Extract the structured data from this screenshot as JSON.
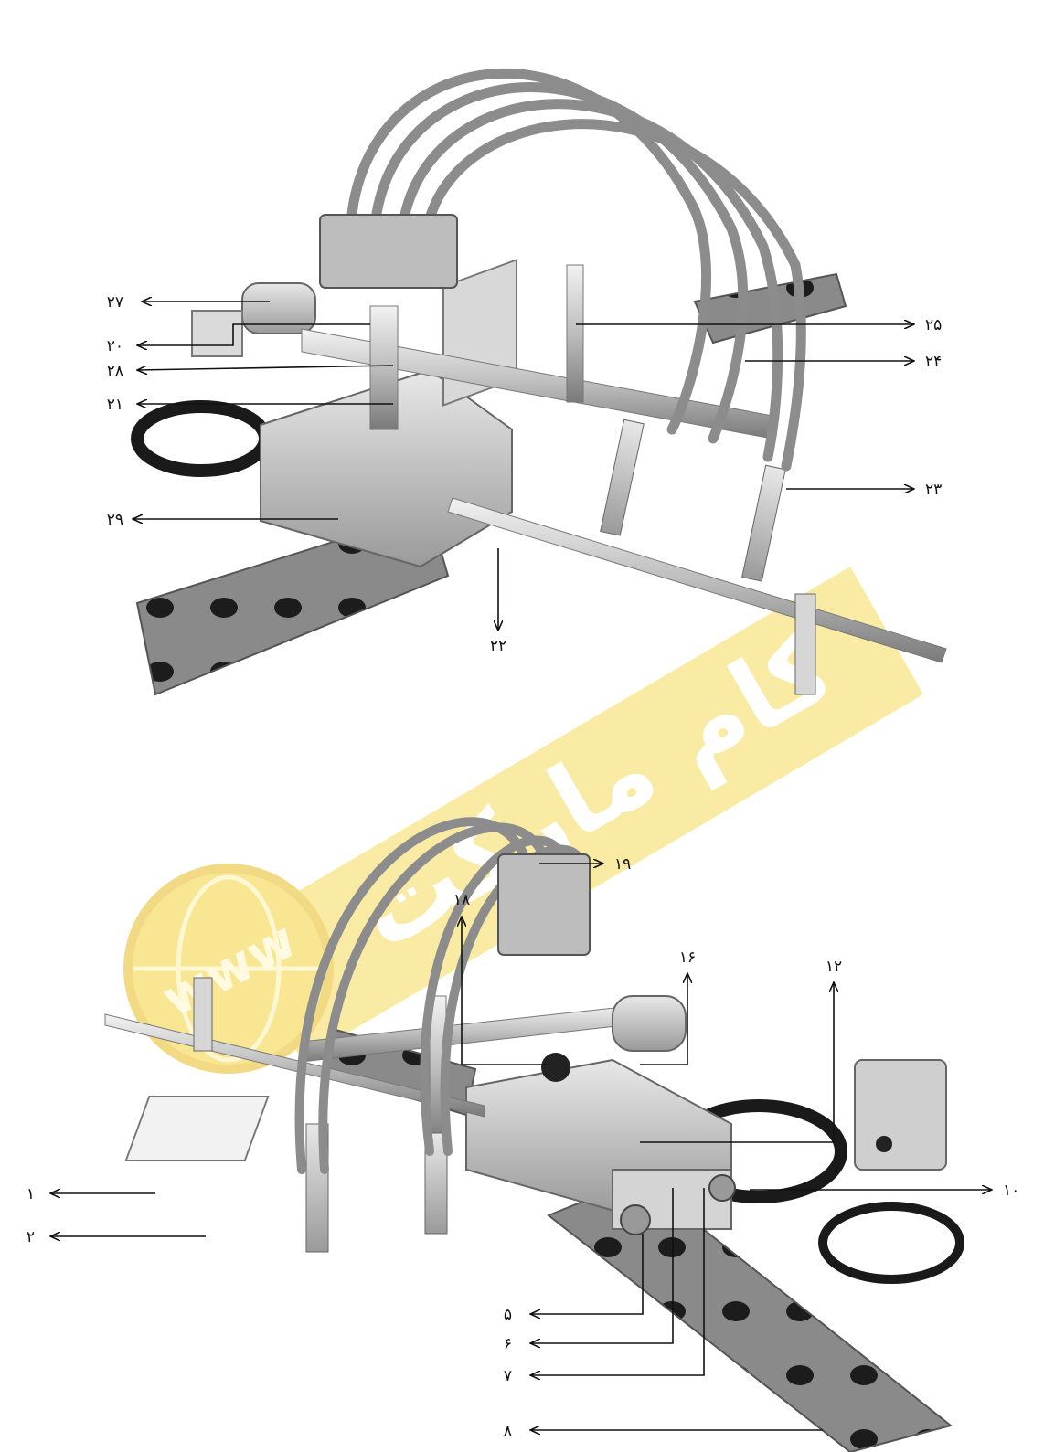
{
  "watermark": {
    "text": "www",
    "brand": "کام مارکت",
    "color": "#f4d23a"
  },
  "top_figure": {
    "callouts": [
      {
        "id": "27",
        "label": "۲۷"
      },
      {
        "id": "20",
        "label": "۲۰"
      },
      {
        "id": "28",
        "label": "۲۸"
      },
      {
        "id": "21",
        "label": "۲۱"
      },
      {
        "id": "29",
        "label": "۲۹"
      },
      {
        "id": "22",
        "label": "۲۲"
      },
      {
        "id": "25",
        "label": "۲۵"
      },
      {
        "id": "24",
        "label": "۲۴"
      },
      {
        "id": "23",
        "label": "۲۳"
      }
    ]
  },
  "bottom_figure": {
    "callouts": [
      {
        "id": "19",
        "label": "۱۹"
      },
      {
        "id": "18",
        "label": "۱۸"
      },
      {
        "id": "16",
        "label": "۱۶"
      },
      {
        "id": "12",
        "label": "۱۲"
      },
      {
        "id": "10",
        "label": "۱۰"
      },
      {
        "id": "1",
        "label": "۱"
      },
      {
        "id": "2",
        "label": "۲"
      },
      {
        "id": "5",
        "label": "۵"
      },
      {
        "id": "6",
        "label": "۶"
      },
      {
        "id": "7",
        "label": "۷"
      },
      {
        "id": "8",
        "label": "۸"
      }
    ]
  }
}
